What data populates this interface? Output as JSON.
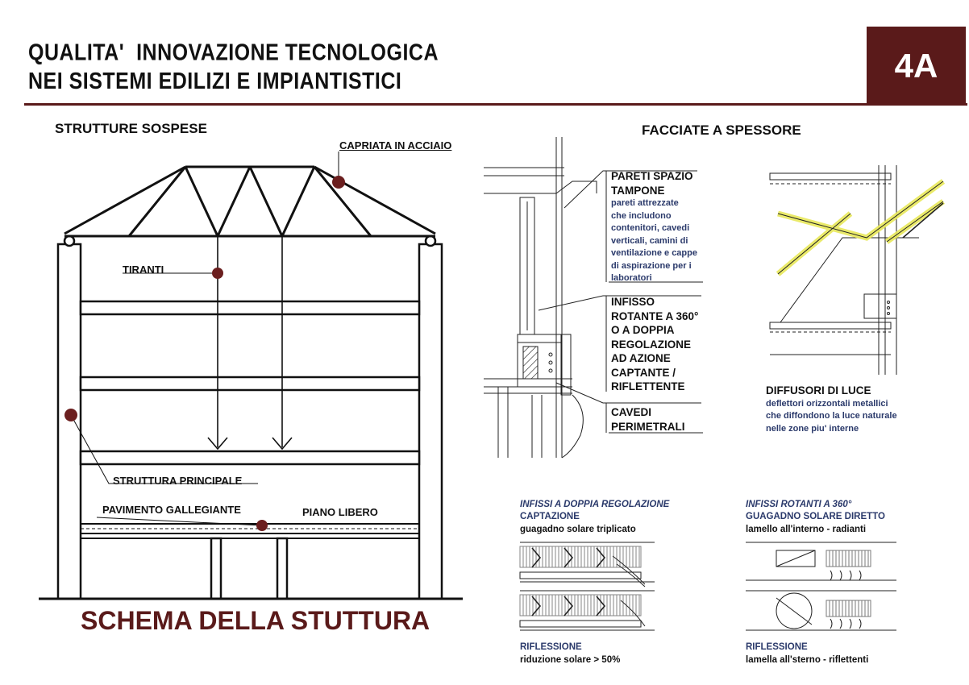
{
  "colors": {
    "accent": "#5a1a1a",
    "dot": "#6b1f1f",
    "blue_text": "#2b3a6b",
    "highlight": "#e8e85a"
  },
  "header": {
    "title_line1": "QUALITA'  INNOVAZIONE TECNOLOGICA",
    "title_line2": "NEI SISTEMI EDILIZI E IMPIANTISTICI",
    "badge": "4A"
  },
  "left": {
    "heading": "STRUTTURE SOSPESE",
    "labels": {
      "truss": "CAPRIATA IN ACCIAIO",
      "ties": "TIRANTI",
      "main_structure": "STRUTTURA PRINCIPALE",
      "floating_floor": "PAVIMENTO GALLEGIANTE",
      "free_floor": "PIANO LIBERO"
    },
    "caption": "SCHEMA DELLA STUTTURA"
  },
  "right": {
    "heading": "FACCIATE A SPESSORE",
    "pareti": {
      "title_line1": "PARETI SPAZIO",
      "title_line2": "TAMPONE",
      "desc": [
        "pareti attrezzate",
        "che includono",
        "contenitori, cavedi",
        "verticali, camini di",
        "ventilazione e cappe",
        "di aspirazione per i",
        "laboratori"
      ]
    },
    "infisso": [
      "INFISSO",
      "ROTANTE A 360°",
      "O A DOPPIA",
      "REGOLAZIONE",
      "AD AZIONE",
      "CAPTANTE /",
      "RIFLETTENTE"
    ],
    "cavedi": [
      "CAVEDI",
      "PERIMETRALI"
    ],
    "diffusori": {
      "title": "DIFFUSORI DI LUCE",
      "desc": [
        "deflettori orizzontali metallici",
        "che diffondono la luce naturale",
        "nelle zone piu' interne"
      ]
    },
    "doppia": {
      "title": "INFISSI A DOPPIA REGOLAZIONE",
      "mode1": "CAPTAZIONE",
      "mode1_desc": "guagadno solare triplicato",
      "mode2": "RIFLESSIONE",
      "mode2_desc": "riduzione solare > 50%"
    },
    "rotanti": {
      "title": "INFISSI ROTANTI A 360°",
      "mode1": "GUAGADNO SOLARE DIRETTO",
      "mode1_desc": "lamello all'interno - radianti",
      "mode2": "RIFLESSIONE",
      "mode2_desc": "lamella all'sterno - riflettenti"
    }
  }
}
